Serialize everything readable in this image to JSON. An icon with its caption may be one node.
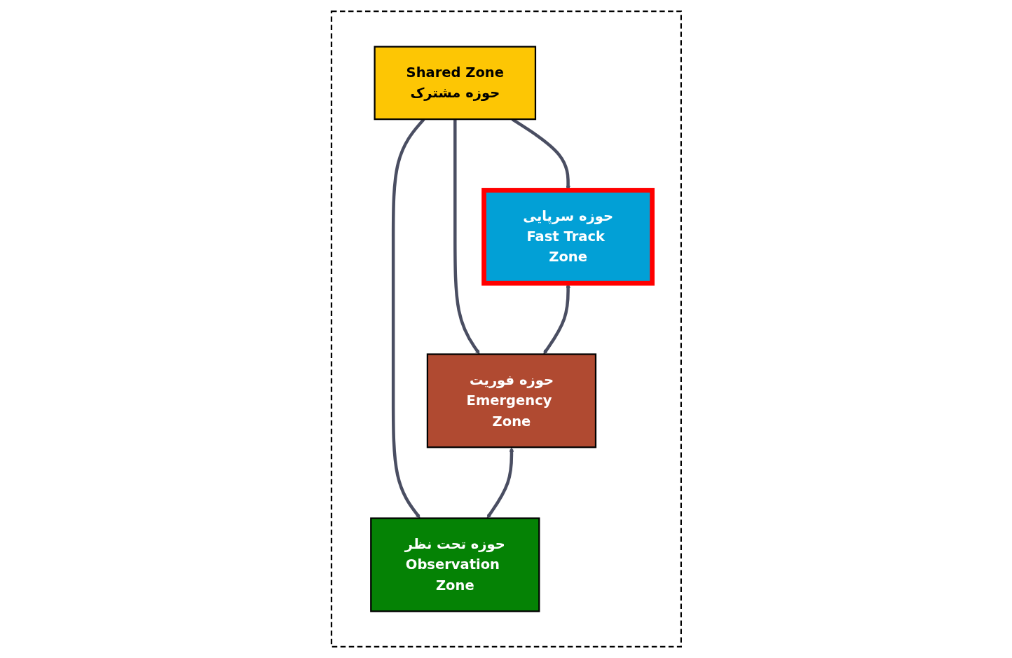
{
  "diagram": {
    "nodes": [
      {
        "text": [],
        "shape": "box"
      },
      {
        "text": [
          "Shared Zone",
          "حوزه مشترک"
        ],
        "in": 0
      },
      {
        "text": [
          "حوزه سرپایی",
          "Fast Track Zone"
        ],
        "in": 0
      },
      {
        "text": [
          "حوزه فوریت",
          "Emergency Zone"
        ],
        "in": 0
      },
      {
        "text": [
          "حوزه تحت نظر",
          "Observation Zone"
        ],
        "in": 0
      }
    ],
    "edges": [
      {
        "from": 1,
        "to": 2,
        "arrow": "to"
      },
      {
        "from": 1,
        "to": 3,
        "arrow": "to"
      },
      {
        "from": 1,
        "to": 4,
        "arrow": "to"
      },
      {
        "from": 2,
        "to": 3,
        "arrow": "both"
      },
      {
        "from": 3,
        "to": 4,
        "arrow": "both"
      }
    ]
  }
}
